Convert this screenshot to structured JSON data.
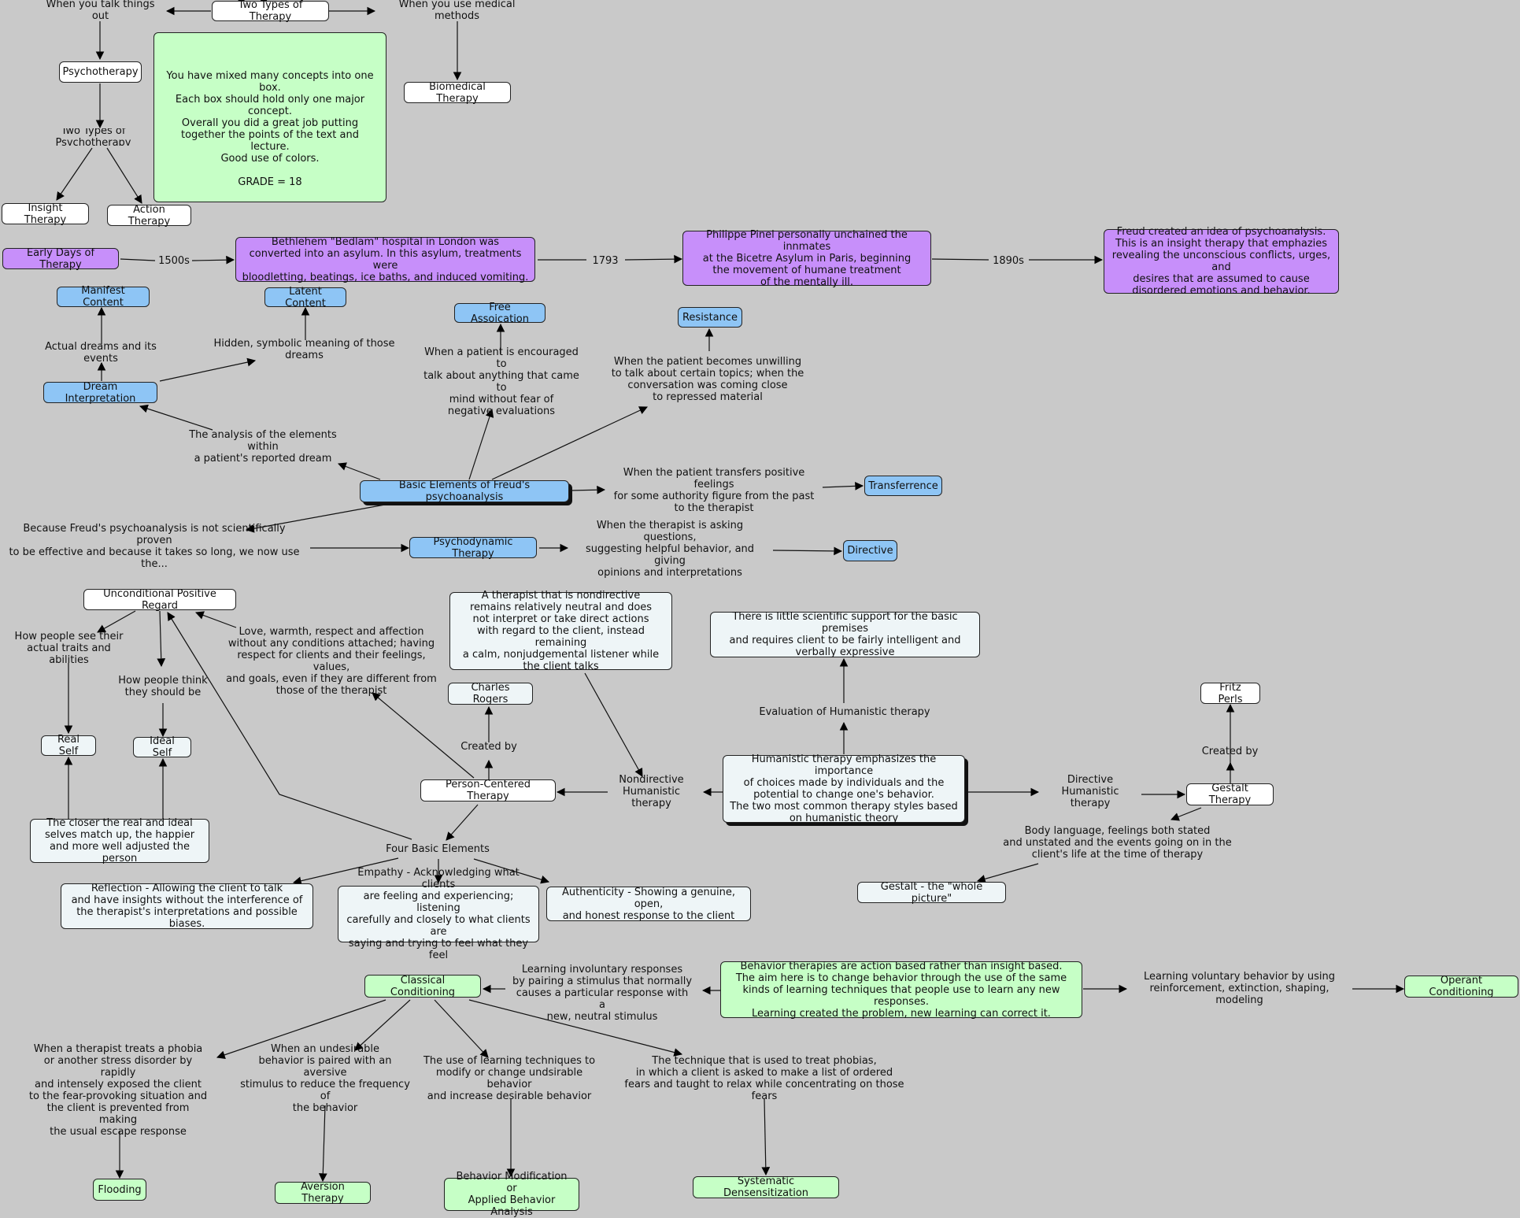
{
  "nodes": [
    {
      "id": "two_types",
      "text": "Two Types of Therapy"
    },
    {
      "id": "talk",
      "text": "When you talk things out"
    },
    {
      "id": "medical",
      "text": "When you use medical methods"
    },
    {
      "id": "psychotherapy",
      "text": "Psychotherapy"
    },
    {
      "id": "biomedical",
      "text": "Biomedical Therapy"
    },
    {
      "id": "two_types_psy",
      "text": "Two Types of Psychotherapy"
    },
    {
      "id": "insight",
      "text": "Insight Therapy"
    },
    {
      "id": "action",
      "text": "Action Therapy"
    },
    {
      "id": "comment",
      "text": "You have mixed many concepts into one box.\nEach box should hold only one major concept.\nOverall you did a great job putting together the points of the text and lecture.\nGood use of colors.\n\nGRADE = 18"
    },
    {
      "id": "early",
      "text": "Early Days of Therapy"
    },
    {
      "id": "l1500",
      "text": "1500s"
    },
    {
      "id": "bedlam",
      "text": "Bethlehem \"Bedlam\" hospital in London was\nconverted into an asylum.  In this asylum, treatments were\nbloodletting, beatings, ice baths, and induced vomiting."
    },
    {
      "id": "l1793",
      "text": "1793"
    },
    {
      "id": "pinel",
      "text": "Philippe Pinel personally unchained  the innmates\nat the Bicetre Asylum in Paris, beginning\nthe movement of humane treatment\nof the mentally ill."
    },
    {
      "id": "l1890",
      "text": "1890s"
    },
    {
      "id": "freud",
      "text": "Freud created an idea of psychoanalysis.\nThis is an insight therapy that emphazies\nrevealing the unconscious conflicts, urges, and\ndesires that are assumed to cause\ndisordered emotions and behavior."
    },
    {
      "id": "manifest",
      "text": "Manifest Content"
    },
    {
      "id": "latent",
      "text": "Latent Content"
    },
    {
      "id": "actual_dreams",
      "text": "Actual dreams and its events"
    },
    {
      "id": "hidden",
      "text": "Hidden, symbolic meaning of those dreams"
    },
    {
      "id": "dream",
      "text": "Dream Interpretation"
    },
    {
      "id": "free_assoc",
      "text": "Free Assoication"
    },
    {
      "id": "free_desc",
      "text": "When a patient is encouraged to\ntalk about anything that came to\nmind without fear of\nnegative evaluations"
    },
    {
      "id": "resistance",
      "text": "Resistance"
    },
    {
      "id": "resist_desc",
      "text": "When the patient becomes unwilling\nto talk about certain topics; when the\nconversation was coming close\nto repressed material"
    },
    {
      "id": "analysis",
      "text": "The analysis of the elements within\na patient's reported dream"
    },
    {
      "id": "basic",
      "text": "Basic Elements of Freud's psychoanalysis"
    },
    {
      "id": "transf_desc",
      "text": "When the patient transfers positive feelings\nfor some authority figure from the past\nto the therapist"
    },
    {
      "id": "transference",
      "text": "Transferrence"
    },
    {
      "id": "because",
      "text": "Because Freud's psychoanalysis is not scientifically proven\nto be effective and because it takes so long, we now use the..."
    },
    {
      "id": "psychodynamic",
      "text": "Psychodynamic Therapy"
    },
    {
      "id": "directive_desc",
      "text": "When the therapist is asking questions,\nsuggesting helpful behavior, and giving\nopinions and interpretations"
    },
    {
      "id": "directive",
      "text": "Directive"
    },
    {
      "id": "upr",
      "text": "Unconditional Positive Regard"
    },
    {
      "id": "see_traits",
      "text": "How people see their\nactual traits and abilities"
    },
    {
      "id": "think_be",
      "text": "How people think\nthey should be"
    },
    {
      "id": "love",
      "text": "Love, warmth, respect and affection\nwithout any conditions attached; having\nrespect for clients and their feelings, values,\nand goals, even if they are different from\nthose of the therapist"
    },
    {
      "id": "nondir_desc",
      "text": "A therapist that is nondirective\nremains relatively neutral and does\nnot interpret or take direct actions\nwith regard to the client, instead remaining\na calm, nonjudgemental listener while\nthe client talks"
    },
    {
      "id": "little_support",
      "text": "There is little scientific support for the basic premises\nand requires client to be fairly intelligent and\nverbally expressive"
    },
    {
      "id": "fritz",
      "text": "Fritz Perls"
    },
    {
      "id": "real_self",
      "text": "Real Self"
    },
    {
      "id": "ideal_self",
      "text": "Ideal Self"
    },
    {
      "id": "charles",
      "text": "Charles Rogers"
    },
    {
      "id": "created1",
      "text": "Created by"
    },
    {
      "id": "eval",
      "text": "Evaluation of Humanistic therapy"
    },
    {
      "id": "created2",
      "text": "Created by"
    },
    {
      "id": "person_centered",
      "text": "Person-Centered Therapy"
    },
    {
      "id": "nondirective",
      "text": "Nondirective\nHumanistic therapy"
    },
    {
      "id": "humanistic",
      "text": "Humanistic therapy emphasizes the importance\nof choices made by individuals and the\npotential to change one's behavior.\nThe two most common therapy styles based\non humanistic theory"
    },
    {
      "id": "directive_h",
      "text": "Directive\nHumanistic therapy"
    },
    {
      "id": "gestalt",
      "text": "Gestalt Therapy"
    },
    {
      "id": "closer",
      "text": "The closer the real and ideal\nselves match up, the happier\nand more well adjusted the person"
    },
    {
      "id": "body_lang",
      "text": "Body language, feelings both stated\nand unstated and the events going on in the\nclient's life at the time of therapy"
    },
    {
      "id": "four",
      "text": "Four Basic Elements"
    },
    {
      "id": "gestalt_whole",
      "text": "Gestalt - the \"whole picture\""
    },
    {
      "id": "reflection",
      "text": "Reflection - Allowing the client to talk\nand have insights without the interference of\nthe therapist's interpretations and possible biases."
    },
    {
      "id": "empathy",
      "text": "Empathy - Acknowledging what clients\nare feeling and experiencing; listening\ncarefully and closely to what clients are\nsaying and trying to feel what they feel"
    },
    {
      "id": "authenticity",
      "text": "Authenticity - Showing a genuine, open,\nand honest response to the client"
    },
    {
      "id": "classical",
      "text": "Classical Conditioning"
    },
    {
      "id": "involuntary",
      "text": "Learning involuntary responses\nby pairing a stimulus that normally\ncauses a particular response with a\nnew, neutral stimulus"
    },
    {
      "id": "behavior",
      "text": "Behavior therapies are action based rather than insight based.\nThe aim here is to change behavior through the use of the same\nkinds of learning techniques that people use to learn any new responses.\nLearning created the problem, new learning can correct it."
    },
    {
      "id": "voluntary",
      "text": "Learning voluntary behavior by using\nreinforcement, extinction, shaping, modeling"
    },
    {
      "id": "operant",
      "text": "Operant Conditioning"
    },
    {
      "id": "flood_desc",
      "text": "When a therapist treats a phobia\nor another stress disorder by rapidly\nand intensely exposed the client\nto the fear-provoking situation and\nthe client is prevented from making\nthe usual escape response"
    },
    {
      "id": "aversion_desc",
      "text": "When an undesirable\nbehavior is paired with an aversive\nstimulus to reduce the frequency of\nthe behavior"
    },
    {
      "id": "bmod_desc",
      "text": "The use of learning techniques to\nmodify or change undsirable behavior\nand increase desirable behavior"
    },
    {
      "id": "sysdes_desc",
      "text": "The technique that is used to treat phobias,\nin which a client is asked to make a list of ordered\nfears and taught to relax while concentrating on those fears"
    },
    {
      "id": "flooding",
      "text": "Flooding"
    },
    {
      "id": "aversion",
      "text": "Aversion Therapy"
    },
    {
      "id": "bmod",
      "text": "Behavior Modification or\nApplied Behavior Analysis"
    },
    {
      "id": "sysdes",
      "text": "Systematic Densensitization"
    }
  ]
}
